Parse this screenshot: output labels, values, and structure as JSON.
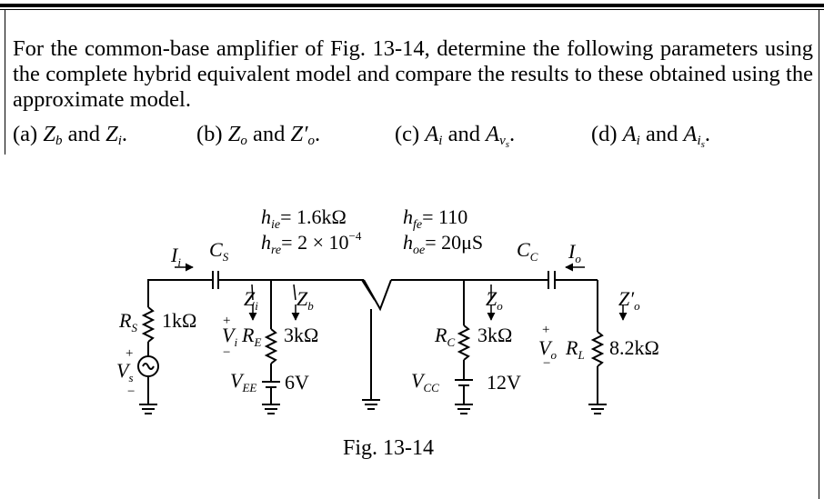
{
  "problem": {
    "text": "For the common-base amplifier of Fig. 13-14, determine the following parameters using the complete hybrid equivalent model and compare the results to these obtained using the approximate model.",
    "parts": [
      {
        "label": "(a)",
        "sym1": "Z",
        "sub1": "b",
        "conj": "and",
        "sym2": "Z",
        "sub2": "i",
        "sub2b": "",
        "end": "."
      },
      {
        "label": "(b)",
        "sym1": "Z",
        "sub1": "o",
        "conj": "and",
        "sym2": "Z′",
        "sub2": "o",
        "sub2b": "",
        "end": "."
      },
      {
        "label": "(c)",
        "sym1": "A",
        "sub1": "i",
        "conj": "and",
        "sym2": "A",
        "sub2": "v",
        "sub2b": "s",
        "end": "."
      },
      {
        "label": "(d)",
        "sym1": "A",
        "sub1": "i",
        "conj": "and",
        "sym2": "A",
        "sub2": "i",
        "sub2b": "s",
        "end": "."
      }
    ]
  },
  "circuit": {
    "hie": "h",
    "hie_sub": "ie",
    "hie_val": "= 1.6kΩ",
    "hre": "h",
    "hre_sub": "re",
    "hre_val": "= 2 × 10",
    "hre_exp": "−4",
    "hfe": "h",
    "hfe_sub": "fe",
    "hfe_val": "= 110",
    "hoe": "h",
    "hoe_sub": "oe",
    "hoe_val": "= 20μS",
    "Ii": "I",
    "Ii_sub": "i",
    "Cs": "C",
    "Cs_sub": "S",
    "Cc": "C",
    "Cc_sub": "C",
    "Io": "I",
    "Io_sub": "o",
    "Zi": "Z",
    "Zi_sub": "i",
    "Zb": "Z",
    "Zb_sub": "b",
    "Zo": "Z",
    "Zo_sub": "o",
    "Zo2": "Z′",
    "Zo2_sub": "o",
    "Rs": "R",
    "Rs_sub": "S",
    "Rs_val": "1kΩ",
    "Re": "R",
    "Re_sub": "E",
    "Re_val": "3kΩ",
    "Rc": "R",
    "Rc_sub": "C",
    "Rc_val": "3kΩ",
    "Rl": "R",
    "Rl_sub": "L",
    "Rl_val": "8.2kΩ",
    "Vs": "V",
    "Vs_sub": "s",
    "Vi": "V",
    "Vi_sub": "i",
    "Vo": "V",
    "Vo_sub": "o",
    "Vee": "V",
    "Vee_sub": "EE",
    "Vee_val": "6V",
    "Vcc": "V",
    "Vcc_sub": "CC",
    "Vcc_val": "12V",
    "plus": "+",
    "minus": "−"
  },
  "caption": "Fig. 13-14"
}
